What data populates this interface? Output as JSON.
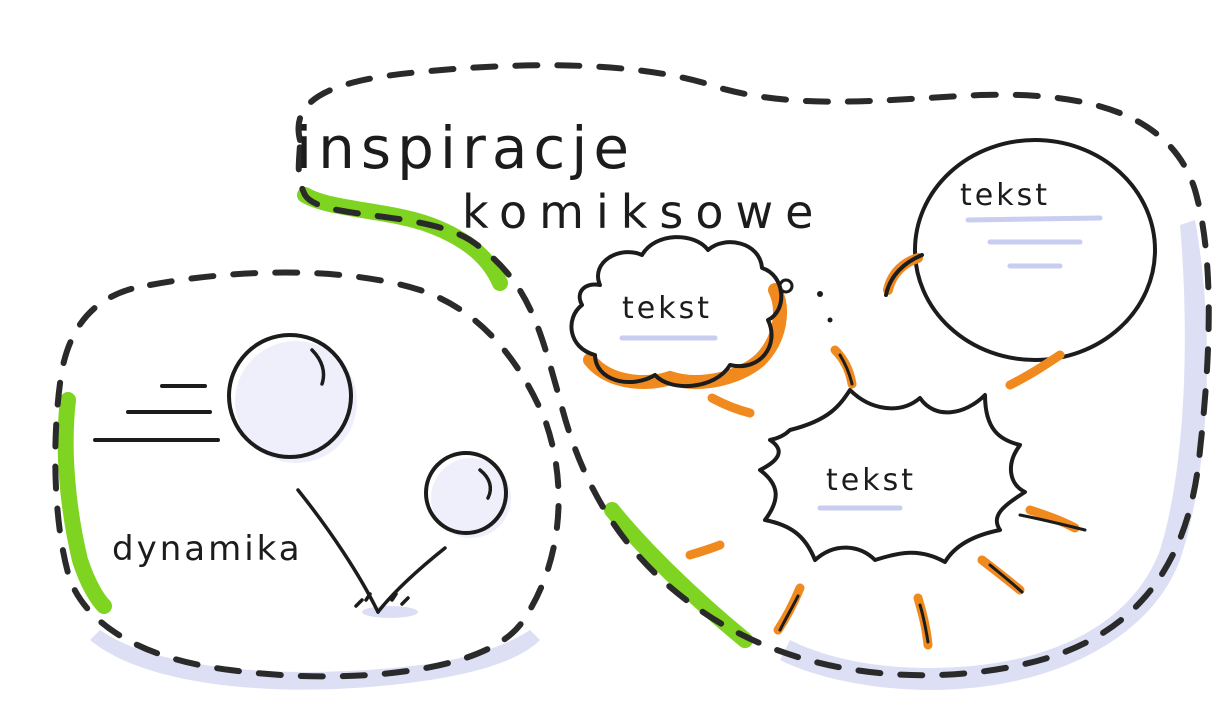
{
  "title": {
    "line1": "inspiracje",
    "line2": "komiksowe"
  },
  "left_panel": {
    "label": "dynamika"
  },
  "bubbles": {
    "thought": "tekst",
    "speech": "tekst",
    "burst": "tekst"
  },
  "colors": {
    "ink": "#1c1c1c",
    "green": "#7fd321",
    "orange": "#f08a1e",
    "lavender": "#c9cdf0"
  }
}
